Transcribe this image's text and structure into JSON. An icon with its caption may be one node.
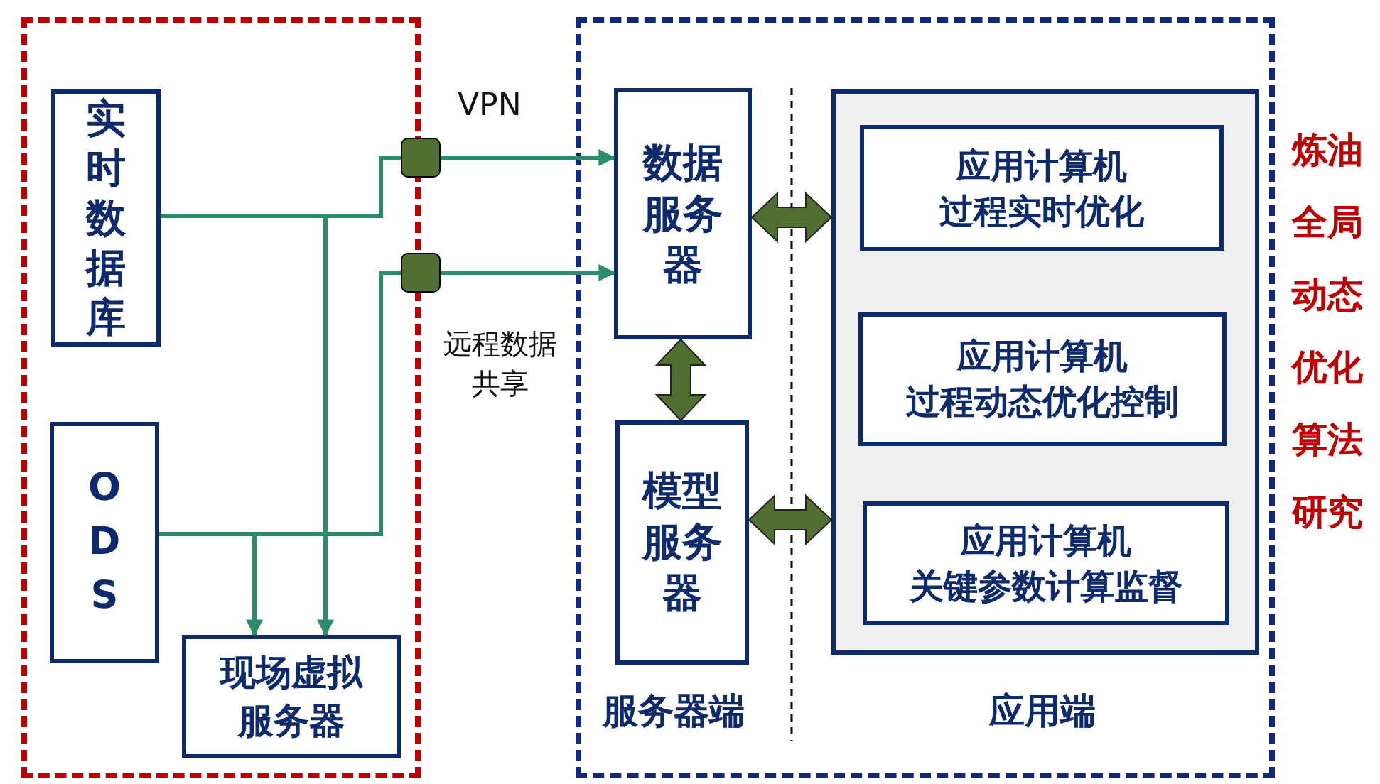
{
  "diagram": {
    "nodes": [
      {
        "text": [],
        "shape": "box"
      },
      {
        "text": [
          "实时数据库"
        ],
        "in": 0
      },
      {
        "text": [
          "ODS"
        ],
        "in": 0
      },
      {
        "text": [
          "现场虚拟服务器"
        ],
        "in": 0
      },
      {
        "text": [],
        "shape": "box"
      },
      {
        "text": [],
        "shape": "box"
      },
      {
        "text": [],
        "shape": "box"
      },
      {
        "text": [
          "数据服务器"
        ],
        "in": 6
      },
      {
        "text": [
          "模型服务器"
        ],
        "in": 6
      },
      {
        "text": [],
        "shape": "box",
        "in": 6
      },
      {
        "text": [
          "应用计算机",
          "过程实时优化"
        ],
        "in": 9
      },
      {
        "text": [
          "应用计算机",
          "过程动态优化控制"
        ],
        "in": 9
      },
      {
        "text": [
          "应用计算机",
          "关键参数计算监督"
        ],
        "in": 9
      }
    ],
    "edges": [
      {
        "from": 1,
        "to": 4,
        "arrow": "none"
      },
      {
        "from": 4,
        "to": 7,
        "arrow": "to"
      },
      {
        "from": 1,
        "to": 3,
        "arrow": "to"
      },
      {
        "from": 2,
        "to": 5,
        "arrow": "none"
      },
      {
        "from": 5,
        "to": 7,
        "arrow": "to"
      },
      {
        "from": 2,
        "to": 3,
        "arrow": "to"
      },
      {
        "from": 7,
        "to": 8,
        "arrow": "both",
        "style": "thick",
        "color": "#4f7030"
      },
      {
        "from": 7,
        "to": 9,
        "arrow": "both",
        "style": "thick",
        "color": "#4f7030"
      },
      {
        "from": 8,
        "to": 9,
        "arrow": "both",
        "style": "thick",
        "color": "#4f7030"
      }
    ],
    "labels": [
      "VPN",
      "远程数据共享",
      "服务器端",
      "应用端",
      "炼油全局动态优化算法研究"
    ]
  }
}
